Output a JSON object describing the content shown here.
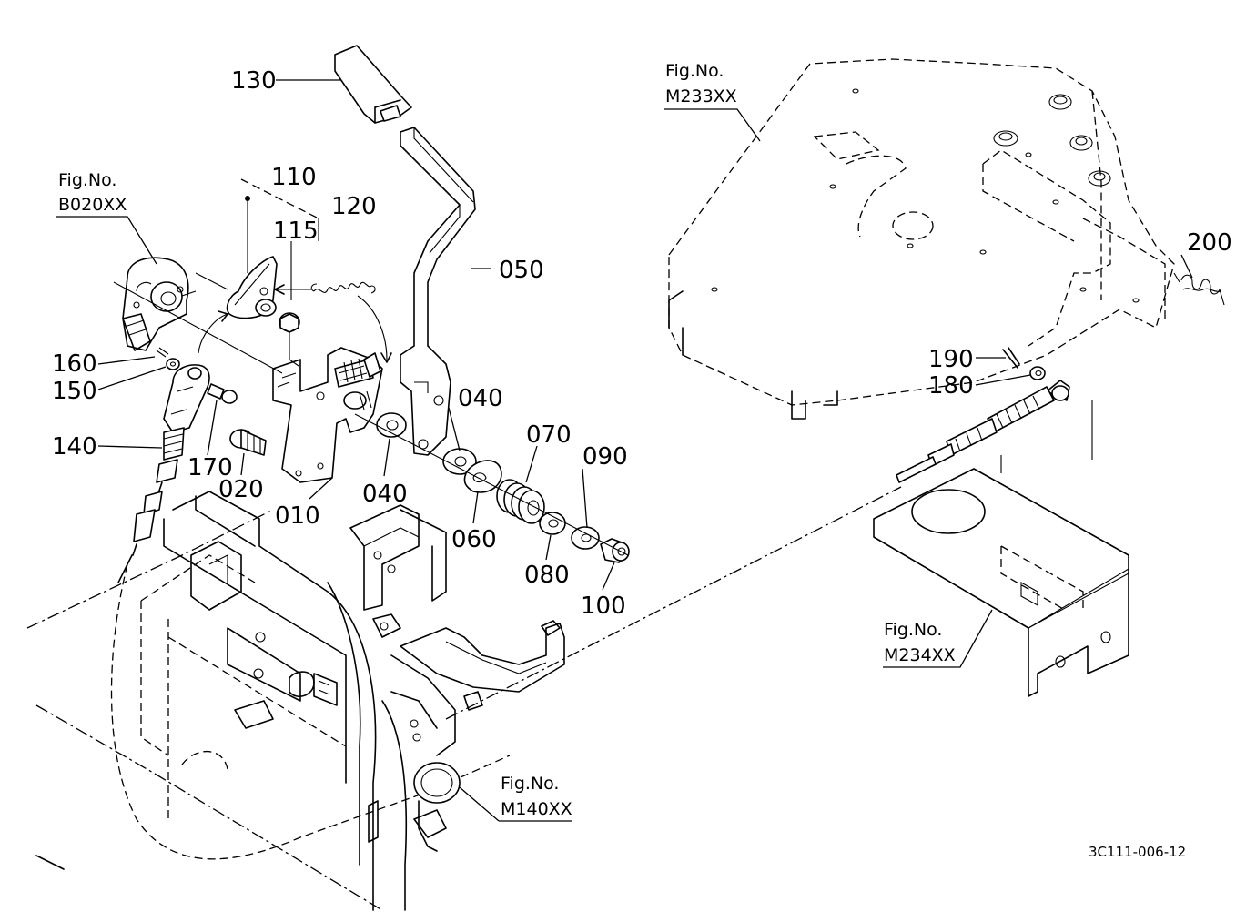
{
  "diagram": {
    "part_labels": [
      "130",
      "110",
      "120",
      "115",
      "050",
      "160",
      "150",
      "140",
      "170",
      "020",
      "010",
      "040",
      "040",
      "070",
      "090",
      "060",
      "080",
      "100",
      "200",
      "190",
      "180"
    ],
    "figure_refs": [
      {
        "caption": "Fig.No.",
        "code": "B020XX"
      },
      {
        "caption": "Fig.No.",
        "code": "M233XX"
      },
      {
        "caption": "Fig.No.",
        "code": "M234XX"
      },
      {
        "caption": "Fig.No.",
        "code": "M140XX"
      }
    ],
    "drawing_code": "3C111-006-12"
  }
}
